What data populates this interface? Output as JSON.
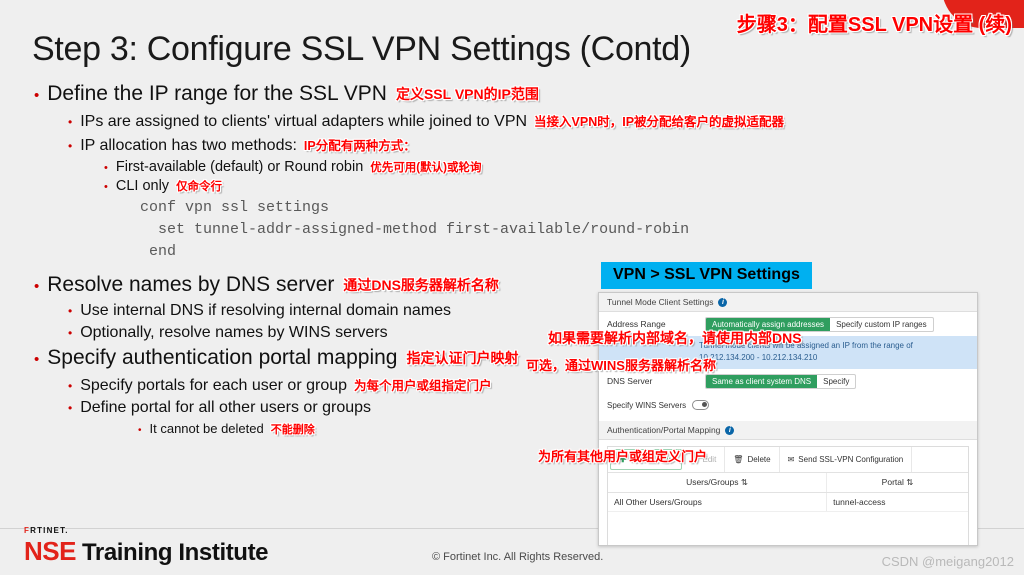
{
  "slide": {
    "title": "Step 3: Configure SSL VPN Settings (Contd)",
    "title_cn": "步骤3：配置SSL VPN设置 (续)",
    "accent_red": "#e2231a",
    "banner_blue": "#00b0f0"
  },
  "bullets": {
    "b1": {
      "text": "Define the IP range for the SSL VPN",
      "cn": "定义SSL VPN的IP范围"
    },
    "b1s1": {
      "text": "IPs are assigned to clients' virtual adapters while joined to VPN",
      "cn": "当接入VPN时，IP被分配给客户的虚拟适配器"
    },
    "b1s2": {
      "text": "IP allocation has two methods:",
      "cn": "IP分配有两种方式："
    },
    "b1s2a": {
      "text": "First-available (default) or Round robin",
      "cn": "优先可用(默认)或轮询"
    },
    "b1s2b": {
      "text": "CLI only",
      "cn": "仅命令行"
    },
    "cli": "conf vpn ssl settings\n  set tunnel-addr-assigned-method first-available/round-robin\n end",
    "b2": {
      "text": "Resolve names by DNS server",
      "cn": "通过DNS服务器解析名称"
    },
    "b2s1": {
      "text": "Use internal DNS if resolving internal domain names",
      "cn": "如果需要解析内部域名，请使用内部DNS"
    },
    "b2s2": {
      "text": "Optionally, resolve names by WINS servers",
      "cn": "可选，通过WINS服务器解析名称"
    },
    "b3": {
      "text": "Specify authentication portal mapping",
      "cn": "指定认证门户映射"
    },
    "b3s1": {
      "text": "Specify portals for each user or group",
      "cn": "为每个用户或组指定门户"
    },
    "b3s2": {
      "text": "Define portal for all other users or groups",
      "cn": "为所有其他用户或组定义门户"
    },
    "b3s2a": {
      "text": "It cannot be deleted",
      "cn": "不能删除"
    },
    "marker": "•"
  },
  "gui": {
    "banner": "VPN > SSL VPN Settings",
    "tunnel_section": "Tunnel Mode Client Settings",
    "address_range_label": "Address Range",
    "address_range_options": [
      "Automatically assign addresses",
      "Specify custom IP ranges"
    ],
    "address_range_selected": "Automatically assign addresses",
    "hint_text": "Tunnel mode clients will be assigned an IP from the range of 10.212.134.200 - 10.212.134.210",
    "dns_label": "DNS Server",
    "dns_options": [
      "Same as client system DNS",
      "Specify"
    ],
    "dns_selected": "Same as client system DNS",
    "wins_label": "Specify WINS Servers",
    "auth_section": "Authentication/Portal Mapping",
    "toolbar": {
      "create_new": "Create New",
      "edit": "Edit",
      "delete": "Delete",
      "send_config": "Send SSL-VPN Configuration"
    },
    "table": {
      "headers": [
        "Users/Groups",
        "Portal"
      ],
      "sort_glyph": "⇅",
      "rows": [
        {
          "users_groups": "All Other Users/Groups",
          "portal": "tunnel-access"
        }
      ]
    },
    "info_glyph": "i"
  },
  "footer": {
    "fortinet_f": "F",
    "fortinet_rest": "RTINET.",
    "nse": "NSE",
    "training_institute": "Training Institute",
    "copyright": "© Fortinet Inc. All Rights Reserved.",
    "watermark": "CSDN @meigang2012"
  }
}
